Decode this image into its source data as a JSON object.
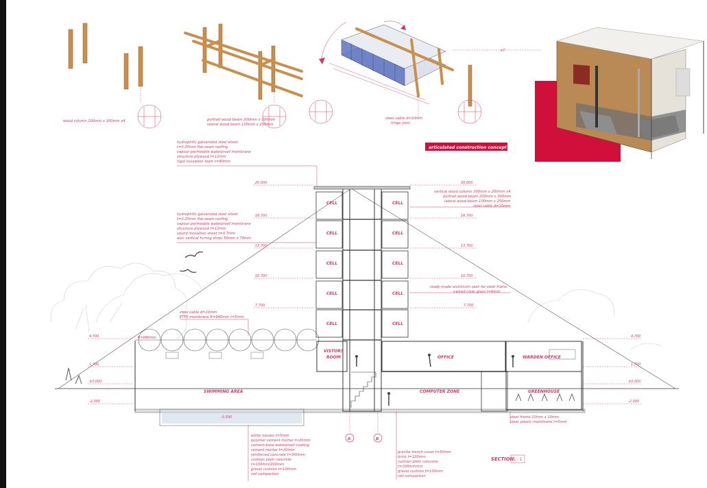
{
  "concept": {
    "labels": {
      "columns": "wood column 200mm x 200mm x4",
      "beams_1": "portrait wood beam 200mm x 300mm",
      "beams_2": "lateral wood beam 100mm x 250mm",
      "cable_1": "steel cable d=10mm",
      "cable_2": "hinge joint",
      "x7": "x7"
    },
    "tag": "articulated construction concept"
  },
  "annotations": {
    "roof_top": [
      "hydrophilic galvanized steel sheet",
      "t=0.35mm flat-seam roofing",
      "vapour permeable waterproof membrane",
      "structure plywood t=12mm",
      "rigid insulation foam t=80mm"
    ],
    "wall": [
      "hydrophilic galvanized steel sheet",
      "t=0.35mm flat-seam roofing",
      "vapour permeable waterproof membrane",
      "structure plywood t=12mm",
      "sound insulation sheet t=0.7mm",
      "wen vertical furring strips 50mm x 70mm"
    ],
    "frame": [
      "vertical wood column 200mm x 200mm x4",
      "portrait wood beam 200mm x 300mm",
      "lateral wood beam 100mm x 250mm",
      "steel cable d=10mm"
    ],
    "window": [
      "ready-made aluminum sash for steel frame",
      "+wired clear glass t=6mm"
    ],
    "etfe": [
      "steel cable d=10mm",
      "ETFE membrane R=990mm t=5mm"
    ],
    "floor": [
      "white mosaic t=5mm",
      "polymer cement mortar t=20mm",
      "cement-base waterproof coating",
      "cement mortar t=20mm",
      "reinforced concrete t=300mm",
      "cushion plain concrete",
      "t=100mm/200mm",
      "gravel cushion t=100mm",
      "soil compaction"
    ],
    "floor2": [
      "granite trench cover t=50mm",
      "brick t=120mm",
      "cushion plain concrete",
      "t=100mmmm",
      "gravel cushion t=100mm",
      "soil compaction"
    ],
    "greenhouse": [
      "steel frame 10mm x 10mm",
      "clear plastic membrane t=5mm"
    ],
    "etfe_radius": "R=990mm"
  },
  "levels": {
    "l20_left": "20.000",
    "l20_right": "20.000",
    "l16_left": "16.700",
    "l16_right": "16.700",
    "l13_left": "13.700",
    "l13_right": "13.700",
    "l10_left": "10.700",
    "l10_right": "10.700",
    "l7_left": "7.700",
    "l7_right": "7.700",
    "l4_left": "4.700",
    "l4_right": "4.700",
    "l1_left": "1.700",
    "l1_right": "1.700",
    "l0_left": "±0.000",
    "l0_right": "±0.000",
    "lm2_left": "-2.000",
    "lm2_right": "-2.000",
    "pool": "-3.500"
  },
  "rooms": {
    "cell": "CELL",
    "visitors": [
      "VISTORS",
      "ROOM"
    ],
    "office": "OFFICE",
    "warden": "WARDEN OFFICE",
    "swimming": "SWIMMING AREA",
    "computer": "COMPUTER ZONE",
    "greenhouse": "GREENHOUSE"
  },
  "axes": {
    "a": "A",
    "b": "B"
  },
  "section": {
    "title": "SECTION",
    "num": "1 - 1"
  },
  "colors": {
    "accent": "#d6395f",
    "wood": "#c98f4c",
    "red_block": "#d0103a",
    "sidebar": "#111111"
  }
}
